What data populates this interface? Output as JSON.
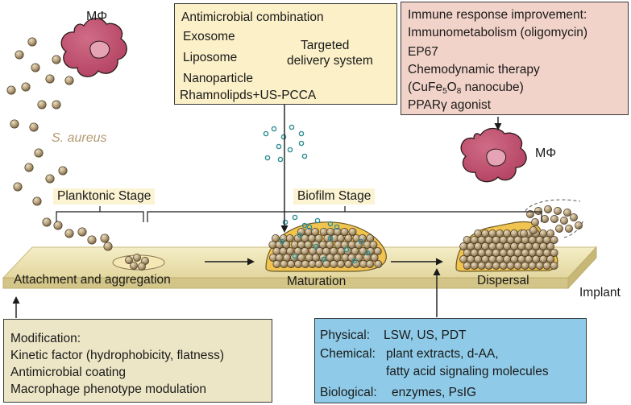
{
  "macrophage_top_label": "MΦ",
  "macrophage_right_label": "MΦ",
  "bacteria_label": "S. aureus",
  "stages": {
    "planktonic": "Planktonic Stage",
    "biofilm": "Biofilm Stage"
  },
  "steps": {
    "attachment": "Attachment and aggregation",
    "maturation": "Maturation",
    "dispersal": "Dispersal",
    "implant": "Implant"
  },
  "antimicrobial_box": {
    "title": "Antimicrobial combination",
    "items": [
      "Exosome",
      "Liposome",
      "Nanoparticle"
    ],
    "bracket_label_line1": "Targeted",
    "bracket_label_line2": "delivery system",
    "last": "Rhamnolipds+US-PCCA"
  },
  "immune_box": {
    "lines": [
      "Immune response improvement:",
      "Immunometabolism (oligomycin)",
      "EP67",
      "Chemodynamic therapy"
    ],
    "cufe_prefix": "(CuFe",
    "cufe_sub1": "5",
    "cufe_mid": "O",
    "cufe_sub2": "8",
    "cufe_suffix": " nanocube)",
    "last": "PPARγ agonist"
  },
  "modification_box": {
    "lines": [
      "Modification:",
      "Kinetic factor (hydrophobicity, flatness)",
      "Antimicrobial coating",
      "Macrophage phenotype modulation"
    ]
  },
  "physical_box": {
    "physical_key": "Physical:",
    "physical_val": "LSW, US, PDT",
    "chemical_key": "Chemical:",
    "chemical_val1": "plant extracts, d-AA,",
    "chemical_val2": "fatty acid signaling molecules",
    "biological_key": "Biological:",
    "biological_val": "enzymes, PsIG"
  },
  "colors": {
    "bacteria": "#b49a72",
    "macrophage": "#c14f6e",
    "biofilm": "#f1c34f",
    "implant": "#ece3ae",
    "box_yellow": "#fbf0c8",
    "box_pink": "#f2d3c9",
    "box_tan": "#ece6c6",
    "box_blue": "#8fcbe8",
    "particles": "#2f8e93"
  }
}
